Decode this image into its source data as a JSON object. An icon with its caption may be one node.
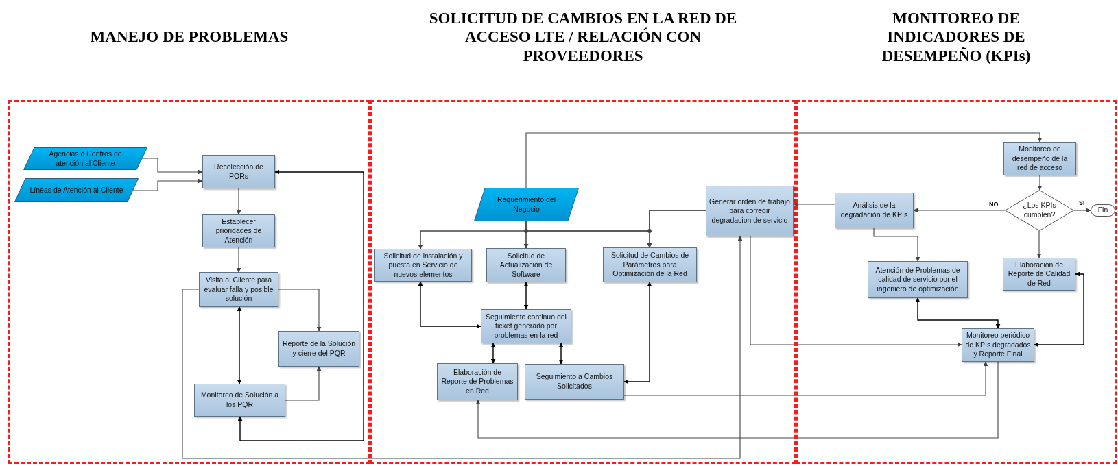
{
  "diagram": {
    "nodes": [
      {
        "text": [
          "MANEJO DE PROBLEMAS"
        ]
      },
      {
        "text": [
          "Agencias o Centros de atención al Cliente"
        ],
        "in": 0
      },
      {
        "text": [
          "Líneas de Atención al Cliente"
        ],
        "in": 0
      },
      {
        "text": [
          "Recolección de PQRs"
        ],
        "in": 0
      },
      {
        "text": [
          "Establecer prioridades de Atención"
        ],
        "in": 0
      },
      {
        "text": [
          "Visita al Cliente para evaluar falla y posible solución"
        ],
        "in": 0
      },
      {
        "text": [
          "Reporte de la Solución y cierre del PQR"
        ],
        "in": 0
      },
      {
        "text": [
          "Monitoreo de Solución a los PQR"
        ],
        "in": 0
      },
      {
        "text": [
          "SOLICITUD DE CAMBIOS EN LA RED DE ACCESO LTE / RELACIÓN CON PROVEEDORES"
        ]
      },
      {
        "text": [
          "Requerimiento del Negocio"
        ],
        "in": 8
      },
      {
        "text": [
          "Solicitud de instalación y puesta en Servicio de nuevos elementos"
        ],
        "in": 8
      },
      {
        "text": [
          "Solicitud de Actualización de Software"
        ],
        "in": 8
      },
      {
        "text": [
          "Solicitud de Cambios de Parámetros para Optimización de la Red"
        ],
        "in": 8
      },
      {
        "text": [
          "Generar orden de trabajo para corregir degradacion de servicio"
        ],
        "in": 8
      },
      {
        "text": [
          "Seguimiento continuo del ticket generado por problemas en la red"
        ],
        "in": 8
      },
      {
        "text": [
          "Elaboración de Reporte de Problemas en Red"
        ],
        "in": 8
      },
      {
        "text": [
          "Seguimiento a Cambios Solicitados"
        ],
        "in": 8
      },
      {
        "text": [
          "MONITOREO DE INDICADORES DE DESEMPEÑO (KPIs)"
        ]
      },
      {
        "text": [
          "Monitoreo de desempeño de la red de acceso"
        ],
        "in": 17
      },
      {
        "text": [
          "Análisis de la degradación de KPIs"
        ],
        "in": 17
      },
      {
        "text": [
          "¿Los KPIs cumplen?"
        ],
        "in": 17
      },
      {
        "text": [
          "Fin"
        ],
        "in": 17
      },
      {
        "text": [
          "Atención de Problemas de calidad de servicio por el ingeniero de optimización"
        ],
        "in": 17
      },
      {
        "text": [
          "Elaboración de Reporte de Calidad de Red"
        ],
        "in": 17
      },
      {
        "text": [
          "Monitoreo periódico de KPIs degradados y Reporte Final"
        ],
        "in": 17
      }
    ],
    "edges": [
      {
        "from": 1,
        "to": 3,
        "arrow": "to"
      },
      {
        "from": 2,
        "to": 3,
        "arrow": "to"
      },
      {
        "from": 3,
        "to": 4,
        "arrow": "to"
      },
      {
        "from": 4,
        "to": 5,
        "arrow": "to"
      },
      {
        "from": 5,
        "to": 7,
        "arrow": "both"
      },
      {
        "from": 5,
        "to": 6,
        "arrow": "to"
      },
      {
        "from": 7,
        "to": 6,
        "arrow": "to"
      },
      {
        "from": 7,
        "to": 3,
        "arrow": "both"
      },
      {
        "from": 5,
        "to": 13,
        "arrow": "to"
      },
      {
        "from": 9,
        "to": 18,
        "arrow": "to"
      },
      {
        "from": 9,
        "to": 10,
        "arrow": "to"
      },
      {
        "from": 9,
        "to": 11,
        "arrow": "to"
      },
      {
        "from": 9,
        "to": 12,
        "arrow": "to"
      },
      {
        "from": 13,
        "to": 12,
        "arrow": "to"
      },
      {
        "from": 13,
        "to": 10,
        "arrow": "to"
      },
      {
        "from": 13,
        "to": 11,
        "arrow": "to"
      },
      {
        "from": 10,
        "to": 14,
        "arrow": "both"
      },
      {
        "from": 11,
        "to": 14,
        "arrow": "both"
      },
      {
        "from": 14,
        "to": 15,
        "arrow": "both"
      },
      {
        "from": 14,
        "to": 16,
        "arrow": "both"
      },
      {
        "from": 12,
        "to": 16,
        "arrow": "both"
      },
      {
        "from": 16,
        "to": 24,
        "arrow": "to"
      },
      {
        "from": 24,
        "to": 15,
        "arrow": "to"
      },
      {
        "from": 13,
        "to": 24,
        "arrow": "to"
      },
      {
        "from": 19,
        "to": 13,
        "arrow": "to"
      },
      {
        "from": 19,
        "to": 22,
        "arrow": "to"
      },
      {
        "from": 22,
        "to": 24,
        "arrow": "both"
      },
      {
        "from": 24,
        "to": 23,
        "arrow": "both"
      },
      {
        "from": 18,
        "to": 20,
        "arrow": "to"
      },
      {
        "from": 20,
        "to": 19,
        "arrow": "to",
        "label": "NO"
      },
      {
        "from": 20,
        "to": 21,
        "arrow": "to",
        "label": "SI"
      },
      {
        "from": 20,
        "to": 23,
        "arrow": "to"
      }
    ]
  }
}
